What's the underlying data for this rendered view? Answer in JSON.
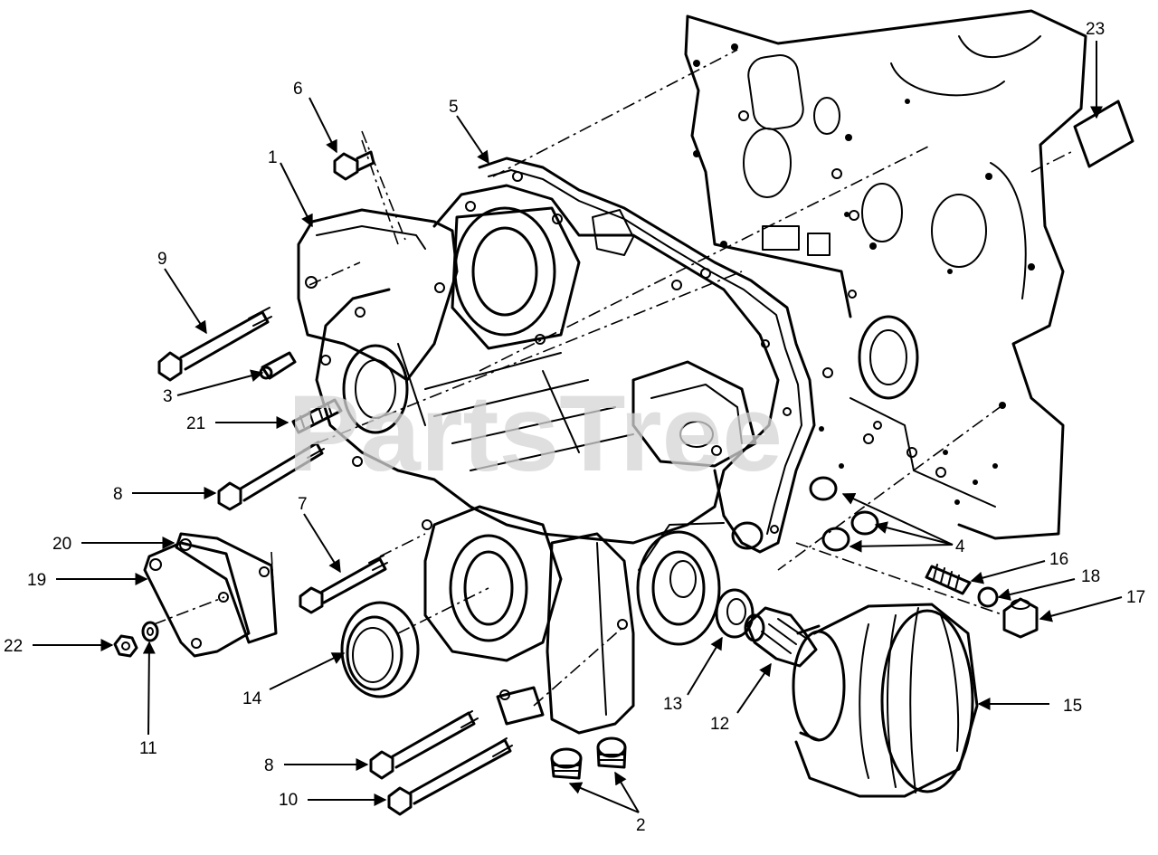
{
  "watermark": "PartsTree",
  "callouts": {
    "c1": "1",
    "c2": "2",
    "c3": "3",
    "c4": "4",
    "c5": "5",
    "c6": "6",
    "c7": "7",
    "c8a": "8",
    "c8b": "8",
    "c9": "9",
    "c10": "10",
    "c11": "11",
    "c12": "12",
    "c13": "13",
    "c14": "14",
    "c15": "15",
    "c16": "16",
    "c17": "17",
    "c18": "18",
    "c19": "19",
    "c20": "20",
    "c21": "21",
    "c22": "22",
    "c23": "23"
  }
}
